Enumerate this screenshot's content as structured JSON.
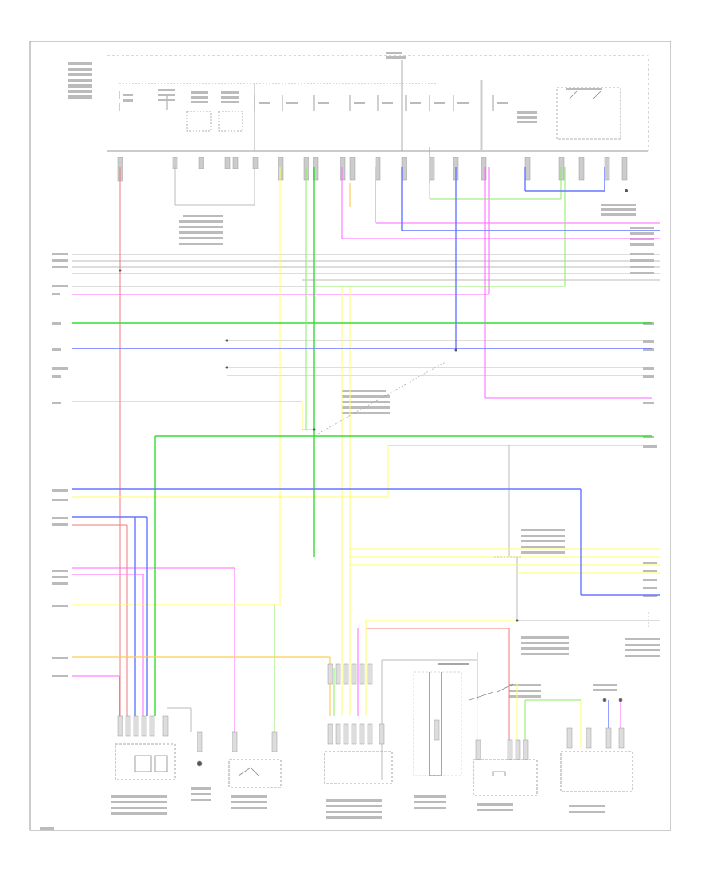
{
  "diagram": {
    "page_id": "",
    "colors": {
      "red": "#f07878",
      "pink": "#ff66ff",
      "yellow": "#ffff66",
      "green": "#33dd33",
      "lightgreen": "#88ee66",
      "blue": "#6677ff",
      "orange": "#ffcc55",
      "gray": "#aaaaaa",
      "border": "#999999"
    },
    "components": [
      {
        "id": "fuse-block",
        "name": "fuse-block"
      },
      {
        "id": "module-left",
        "name": "connector-left-module"
      },
      {
        "id": "ground-1",
        "name": "ground-point"
      },
      {
        "id": "switch-relay",
        "name": "relay-switch"
      },
      {
        "id": "center-module",
        "name": "center-module-connector"
      },
      {
        "id": "motor",
        "name": "motor-unit"
      },
      {
        "id": "right-switch",
        "name": "right-switch"
      },
      {
        "id": "right-connector",
        "name": "right-connector"
      },
      {
        "id": "fuel-module",
        "name": "fuel-pump-module"
      }
    ]
  }
}
